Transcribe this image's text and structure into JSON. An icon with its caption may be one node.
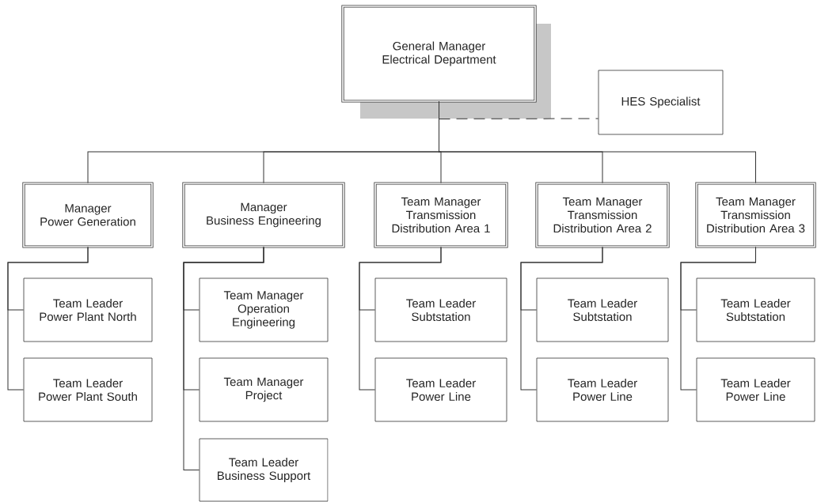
{
  "diagram": {
    "nodes": [
      {
        "text": [
          "General Manager",
          "Electrical Department"
        ]
      },
      {
        "text": [
          "HES Specialist"
        ]
      },
      {
        "text": [
          "Manager",
          "Power Generation"
        ]
      },
      {
        "text": [
          "Manager",
          "Business Engineering"
        ]
      },
      {
        "text": [
          "Team Manager",
          "Transmission Distribution Area 1"
        ]
      },
      {
        "text": [
          "Team Manager",
          "Transmission Distribution Area 2"
        ]
      },
      {
        "text": [
          "Team Manager",
          "Transmission Distribution Area 3"
        ]
      },
      {
        "text": [
          "Team Leader",
          "Power Plant North"
        ]
      },
      {
        "text": [
          "Team Leader",
          "Power Plant South"
        ]
      },
      {
        "text": [
          "Team Manager",
          "Operation Engineering"
        ]
      },
      {
        "text": [
          "Team Manager",
          "Project"
        ]
      },
      {
        "text": [
          "Team Leader",
          "Business Support"
        ]
      },
      {
        "text": [
          "Team Leader",
          "Subtstation"
        ]
      },
      {
        "text": [
          "Team Leader",
          "Power Line"
        ]
      },
      {
        "text": [
          "Team Leader",
          "Subtstation"
        ]
      },
      {
        "text": [
          "Team Leader",
          "Power Line"
        ]
      },
      {
        "text": [
          "Team Leader",
          "Subtstation"
        ]
      },
      {
        "text": [
          "Team Leader",
          "Power Line"
        ]
      }
    ],
    "edges": [
      {
        "from": 0,
        "to": 1,
        "arrow": "none",
        "style": "dashed"
      },
      {
        "from": 0,
        "to": 2,
        "arrow": "none"
      },
      {
        "from": 0,
        "to": 3,
        "arrow": "none"
      },
      {
        "from": 0,
        "to": 4,
        "arrow": "none"
      },
      {
        "from": 0,
        "to": 5,
        "arrow": "none"
      },
      {
        "from": 0,
        "to": 6,
        "arrow": "none"
      },
      {
        "from": 2,
        "to": 7,
        "arrow": "none"
      },
      {
        "from": 2,
        "to": 8,
        "arrow": "none"
      },
      {
        "from": 3,
        "to": 9,
        "arrow": "none"
      },
      {
        "from": 3,
        "to": 10,
        "arrow": "none"
      },
      {
        "from": 3,
        "to": 11,
        "arrow": "none"
      },
      {
        "from": 4,
        "to": 12,
        "arrow": "none"
      },
      {
        "from": 4,
        "to": 13,
        "arrow": "none"
      },
      {
        "from": 5,
        "to": 14,
        "arrow": "none"
      },
      {
        "from": 5,
        "to": 15,
        "arrow": "none"
      },
      {
        "from": 6,
        "to": 16,
        "arrow": "none"
      },
      {
        "from": 6,
        "to": 17,
        "arrow": "none"
      }
    ]
  }
}
